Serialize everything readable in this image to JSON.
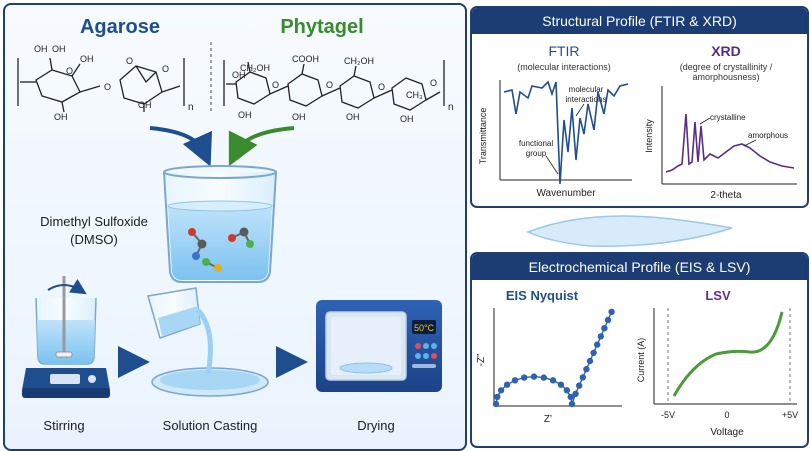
{
  "polymers": {
    "agarose": {
      "name": "Agarose",
      "color": "#1f4e8f"
    },
    "phytagel": {
      "name": "Phytagel",
      "color": "#3a8a2e"
    }
  },
  "chem": {
    "oh": "OH",
    "ch2oh": "CH₂OH",
    "cooh": "COOH",
    "ch3": "CH₃",
    "o": "O",
    "n": "n"
  },
  "solvent": {
    "line1": "Dimethyl Sulfoxide",
    "line2": "(DMSO)"
  },
  "process": {
    "steps": [
      {
        "label": "Stirring"
      },
      {
        "label": "Solution Casting"
      },
      {
        "label": "Drying"
      }
    ],
    "oven_display": "50°C"
  },
  "structural": {
    "title": "Structural Profile (FTIR & XRD)",
    "ftir": {
      "title": "FTIR",
      "subtitle": "(molecular interactions)",
      "xlabel": "Wavenumber",
      "ylabel": "Transmittance",
      "annotations": {
        "interactions_line1": "molecular",
        "interactions_line2": "interactions",
        "group_line1": "functional",
        "group_line2": "group"
      }
    },
    "xrd": {
      "title": "XRD",
      "subtitle_line1": "(degree of crystallinity /",
      "subtitle_line2": "amorphousness)",
      "xlabel": "2-theta",
      "ylabel": "Intensity",
      "annotations": {
        "crystalline": "crystalline",
        "amorphous": "amorphous"
      }
    }
  },
  "electrochemical": {
    "title": "Electrochemical Profile (EIS & LSV)",
    "eis": {
      "title": "EIS Nyquist",
      "xlabel": "Z’",
      "ylabel": "-Z”"
    },
    "lsv": {
      "title": "LSV",
      "ylabel": "Current (A)",
      "xlabel": "Voltage",
      "ticks": [
        "-5V",
        "0",
        "+5V"
      ]
    }
  },
  "colors": {
    "navy": "#1b3d74",
    "blue_arrow": "#1f4e8f",
    "green_arrow": "#3a8a2e",
    "ftir_line": "#1f4e8f",
    "xrd_line": "#5a2d82",
    "eis_points": "#2f63b0",
    "lsv_line": "#4d9a3a",
    "xrd_title": "#5a2d82",
    "lsv_title": "#6a2c8c"
  }
}
